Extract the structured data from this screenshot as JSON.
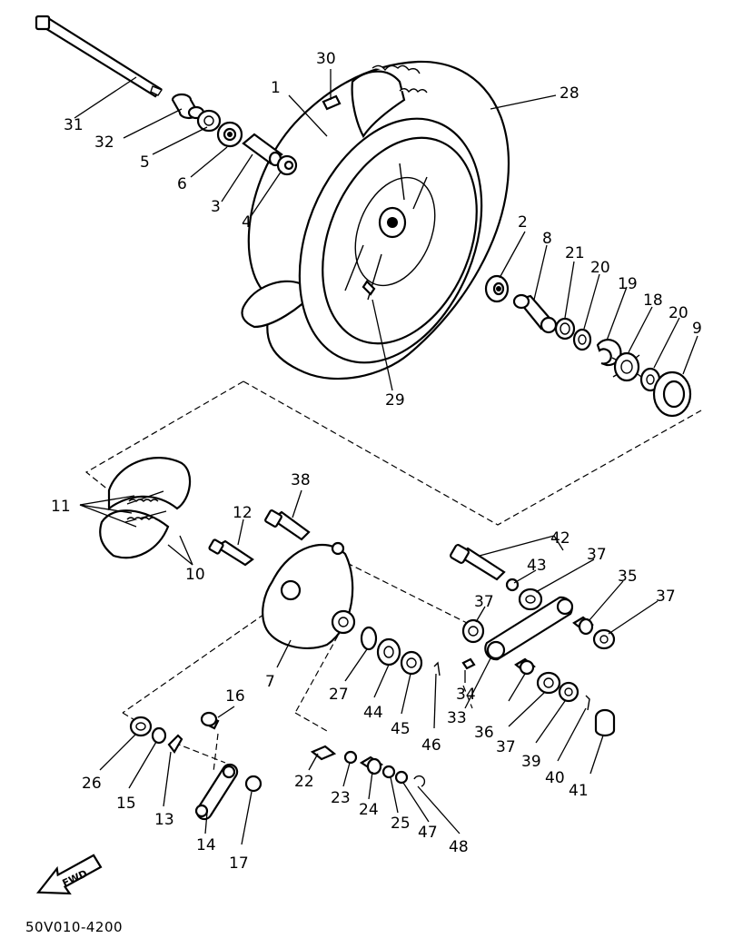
{
  "diagram_code": "50V010-4200",
  "fwd_label": "FWD",
  "callouts": {
    "c1": "1",
    "c2": "2",
    "c3": "3",
    "c4": "4",
    "c5": "5",
    "c6": "6",
    "c7": "7",
    "c8": "8",
    "c9": "9",
    "c10": "10",
    "c11": "11",
    "c12": "12",
    "c13": "13",
    "c14": "14",
    "c15": "15",
    "c16": "16",
    "c17": "17",
    "c18": "18",
    "c19": "19",
    "c20a": "20",
    "c20b": "20",
    "c21": "21",
    "c22": "22",
    "c23": "23",
    "c24": "24",
    "c25": "25",
    "c26": "26",
    "c27": "27",
    "c28": "28",
    "c29": "29",
    "c30": "30",
    "c31": "31",
    "c32": "32",
    "c33": "33",
    "c34": "34",
    "c35": "35",
    "c36": "36",
    "c37a": "37",
    "c37b": "37",
    "c37c": "37",
    "c37d": "37",
    "c38": "38",
    "c39": "39",
    "c40": "40",
    "c41": "41",
    "c42": "42",
    "c43": "43",
    "c44": "44",
    "c45": "45",
    "c46": "46",
    "c47": "47",
    "c48": "48"
  }
}
